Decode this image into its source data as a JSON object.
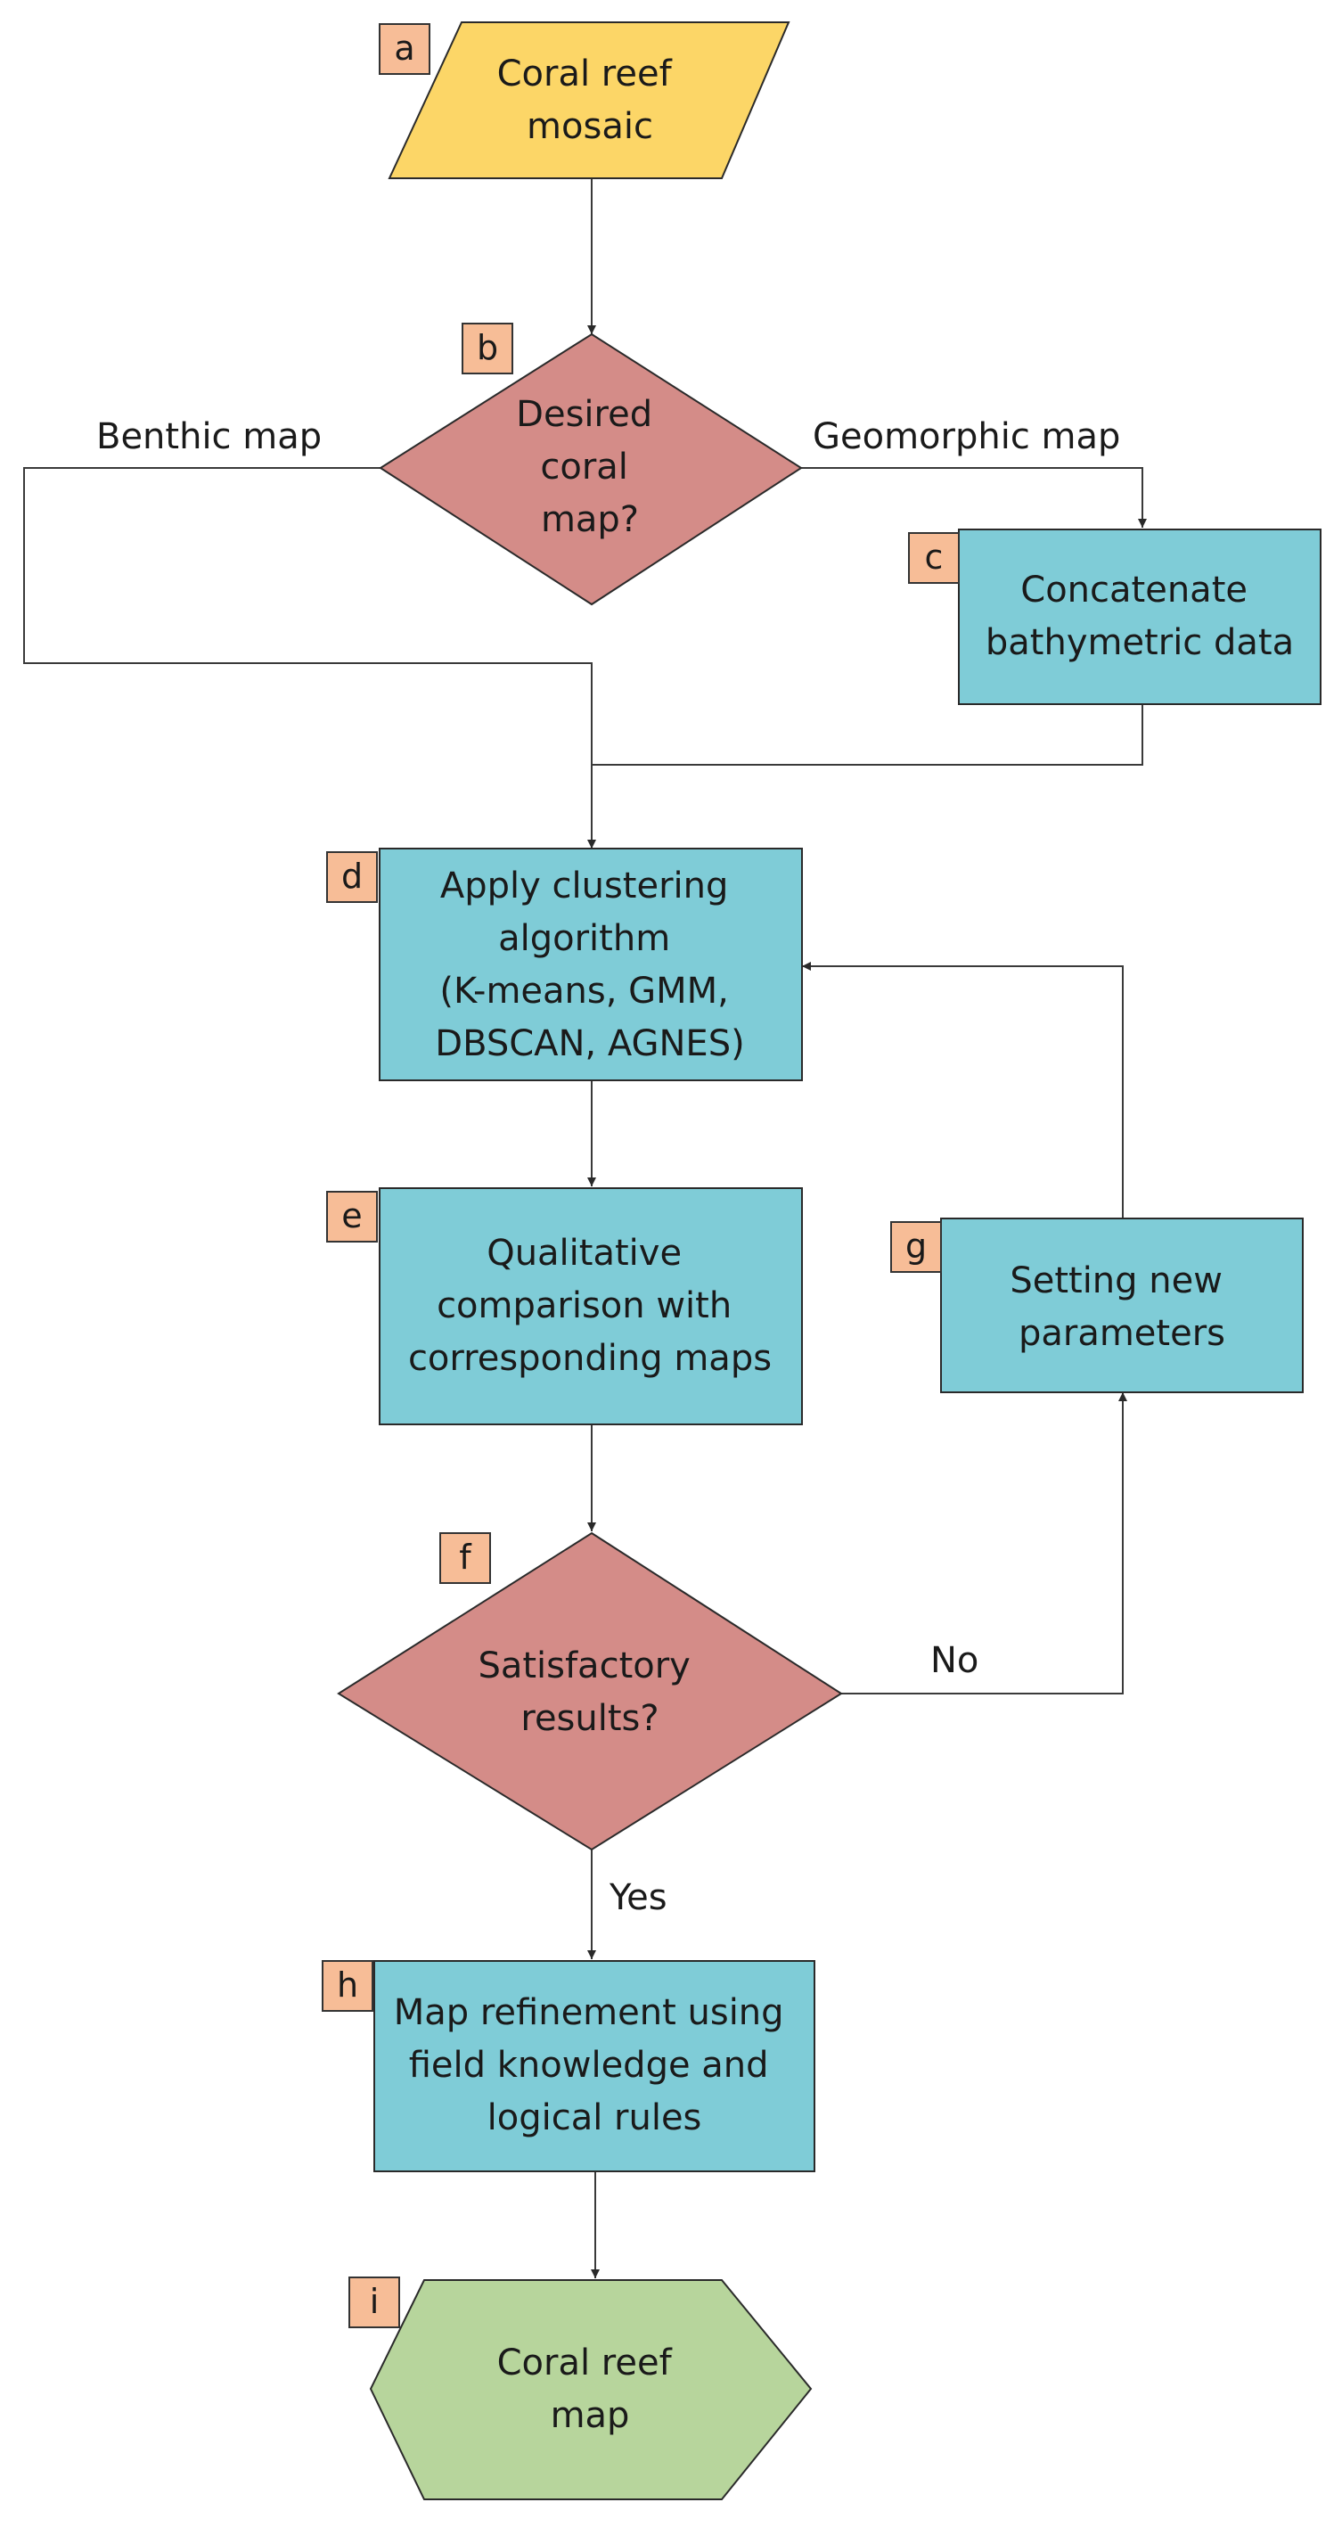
{
  "nodes": {
    "a": {
      "tag": "a",
      "lines": [
        "Coral reef",
        "mosaic"
      ],
      "shape": "parallelogram",
      "color": "#fcd667"
    },
    "b": {
      "tag": "b",
      "lines": [
        "Desired",
        "coral",
        "map?"
      ],
      "shape": "diamond",
      "color": "#d48c88"
    },
    "c": {
      "tag": "c",
      "lines": [
        "Concatenate",
        "bathymetric data"
      ],
      "shape": "rectangle",
      "color": "#7fccd7"
    },
    "d": {
      "tag": "d",
      "lines": [
        "Apply clustering",
        "algorithm",
        "(K-means, GMM,",
        "DBSCAN, AGNES)"
      ],
      "shape": "rectangle",
      "color": "#7fccd7"
    },
    "e": {
      "tag": "e",
      "lines": [
        "Qualitative",
        "comparison with",
        "corresponding maps"
      ],
      "shape": "rectangle",
      "color": "#7fccd7"
    },
    "f": {
      "tag": "f",
      "lines": [
        "Satisfactory",
        "results?"
      ],
      "shape": "diamond",
      "color": "#d48c88"
    },
    "g": {
      "tag": "g",
      "lines": [
        "Setting new",
        "parameters"
      ],
      "shape": "rectangle",
      "color": "#7fccd7"
    },
    "h": {
      "tag": "h",
      "lines": [
        "Map refinement using",
        "field knowledge and",
        "logical rules"
      ],
      "shape": "rectangle",
      "color": "#7fccd7"
    },
    "i": {
      "tag": "i",
      "lines": [
        "Coral reef",
        "map"
      ],
      "shape": "hexagon",
      "color": "#b7d59c"
    }
  },
  "edge_labels": {
    "benthic": "Benthic map",
    "geomorphic": "Geomorphic map",
    "no": "No",
    "yes": "Yes"
  },
  "colors": {
    "tag_fill": "#f7bd97",
    "line": "#3a3a3a",
    "border": "#2a2a2a"
  }
}
